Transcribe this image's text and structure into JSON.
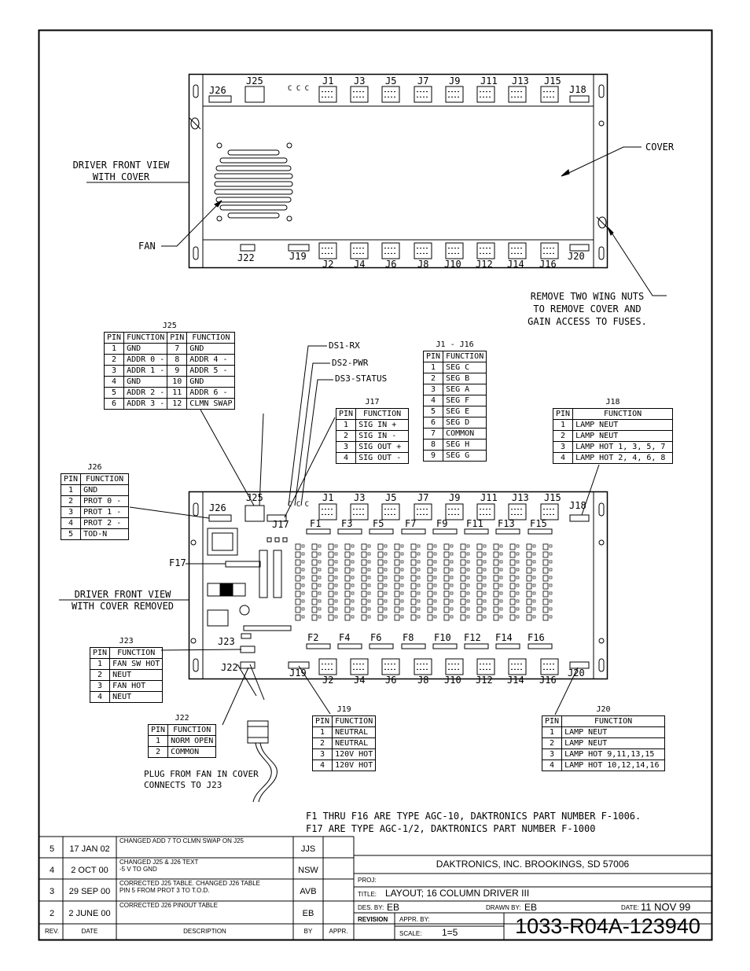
{
  "views": {
    "front_with_cover": "DRIVER FRONT VIEW\nWITH COVER",
    "front_cover_removed": "DRIVER FRONT VIEW\nWITH COVER REMOVED"
  },
  "callouts": {
    "cover": "COVER",
    "fan": "FAN",
    "wing_nuts": [
      "REMOVE TWO WING NUTS",
      "TO REMOVE COVER AND",
      "GAIN ACCESS TO FUSES."
    ],
    "plug": [
      "PLUG FROM FAN IN COVER",
      "CONNECTS TO J23"
    ],
    "ds1": "DS1-RX",
    "ds2": "DS2-PWR",
    "ds3": "DS3-STATUS",
    "f17": "F17",
    "ccc": "C C C"
  },
  "connectors": {
    "top_odd": [
      "J1",
      "J3",
      "J5",
      "J7",
      "J9",
      "J11",
      "J13",
      "J15"
    ],
    "bottom_even": [
      "J2",
      "J4",
      "J6",
      "J8",
      "J10",
      "J12",
      "J14",
      "J16"
    ],
    "fuses_top": [
      "F1",
      "F3",
      "F5",
      "F7",
      "F9",
      "F11",
      "F13",
      "F15"
    ],
    "fuses_bottom": [
      "F2",
      "F4",
      "F6",
      "F8",
      "F10",
      "F12",
      "F14",
      "F16"
    ],
    "j26": "J26",
    "j25": "J25",
    "j18": "J18",
    "j22": "J22",
    "j19": "J19",
    "j20": "J20",
    "j23": "J23",
    "j17": "J17"
  },
  "pin_tables": {
    "j25": {
      "title": "J25",
      "headers": [
        "PIN",
        "FUNCTION",
        "PIN",
        "FUNCTION"
      ],
      "rows": [
        [
          "1",
          "GND",
          "7",
          "GND"
        ],
        [
          "2",
          "ADDR 0 -",
          "8",
          "ADDR 4 -"
        ],
        [
          "3",
          "ADDR 1 -",
          "9",
          "ADDR 5 -"
        ],
        [
          "4",
          "GND",
          "10",
          "GND"
        ],
        [
          "5",
          "ADDR 2 -",
          "11",
          "ADDR 6 -"
        ],
        [
          "6",
          "ADDR 3 -",
          "12",
          "CLMN SWAP"
        ]
      ]
    },
    "j1_j16": {
      "title": "J1 - J16",
      "headers": [
        "PIN",
        "FUNCTION"
      ],
      "rows": [
        [
          "1",
          "SEG C"
        ],
        [
          "2",
          "SEG B"
        ],
        [
          "3",
          "SEG A"
        ],
        [
          "4",
          "SEG F"
        ],
        [
          "5",
          "SEG E"
        ],
        [
          "6",
          "SEG D"
        ],
        [
          "7",
          "COMMON"
        ],
        [
          "8",
          "SEG H"
        ],
        [
          "9",
          "SEG G"
        ]
      ]
    },
    "j17": {
      "title": "J17",
      "headers": [
        "PIN",
        "FUNCTION"
      ],
      "rows": [
        [
          "1",
          "SIG IN +"
        ],
        [
          "2",
          "SIG IN -"
        ],
        [
          "3",
          "SIG OUT +"
        ],
        [
          "4",
          "SIG OUT -"
        ]
      ]
    },
    "j18": {
      "title": "J18",
      "headers": [
        "PIN",
        "FUNCTION"
      ],
      "rows": [
        [
          "1",
          "LAMP NEUT"
        ],
        [
          "2",
          "LAMP NEUT"
        ],
        [
          "3",
          "LAMP HOT 1, 3, 5, 7"
        ],
        [
          "4",
          "LAMP HOT 2, 4, 6, 8"
        ]
      ]
    },
    "j26": {
      "title": "J26",
      "headers": [
        "PIN",
        "FUNCTION"
      ],
      "rows": [
        [
          "1",
          "GND"
        ],
        [
          "2",
          "PROT 0 -"
        ],
        [
          "3",
          "PROT 1 -"
        ],
        [
          "4",
          "PROT 2 -"
        ],
        [
          "5",
          "TOD-N"
        ]
      ]
    },
    "j23": {
      "title": "J23",
      "headers": [
        "PIN",
        "FUNCTION"
      ],
      "rows": [
        [
          "1",
          "FAN SW HOT"
        ],
        [
          "2",
          "NEUT"
        ],
        [
          "3",
          "FAN HOT"
        ],
        [
          "4",
          "NEUT"
        ]
      ]
    },
    "j22": {
      "title": "J22",
      "headers": [
        "PIN",
        "FUNCTION"
      ],
      "rows": [
        [
          "1",
          "NORM OPEN"
        ],
        [
          "2",
          "COMMON"
        ]
      ]
    },
    "j19": {
      "title": "J19",
      "headers": [
        "PIN",
        "FUNCTION"
      ],
      "rows": [
        [
          "1",
          "NEUTRAL"
        ],
        [
          "2",
          "NEUTRAL"
        ],
        [
          "3",
          "120V HOT"
        ],
        [
          "4",
          "120V HOT"
        ]
      ]
    },
    "j20": {
      "title": "J20",
      "headers": [
        "PIN",
        "FUNCTION"
      ],
      "rows": [
        [
          "1",
          "LAMP NEUT"
        ],
        [
          "2",
          "LAMP NEUT"
        ],
        [
          "3",
          "LAMP HOT 9,11,13,15"
        ],
        [
          "4",
          "LAMP HOT 10,12,14,16"
        ]
      ]
    }
  },
  "notes": [
    "F1 THRU F16 ARE TYPE AGC-10, DAKTRONICS PART NUMBER F-1006.",
    "F17 ARE TYPE AGC-1/2, DAKTRONICS PART NUMBER F-1000"
  ],
  "revisions": {
    "headers": [
      "REV.",
      "DATE",
      "DESCRIPTION",
      "BY",
      "APPR."
    ],
    "rows": [
      [
        "5",
        "17 JAN 02",
        "CHANGED ADD 7 TO CLMN SWAP ON J25",
        "JJS",
        ""
      ],
      [
        "4",
        "2 OCT 00",
        "CHANGED J25 & J26 TEXT\n-5 V TO GND",
        "NSW",
        ""
      ],
      [
        "3",
        "29 SEP 00",
        "CORRECTED J25 TABLE. CHANGED J26 TABLE\nPIN 5 FROM PROT 3 TO T.O.D.",
        "AVB",
        ""
      ],
      [
        "2",
        "2 JUNE 00",
        "CORRECTED J26 PINOUT TABLE",
        "EB",
        ""
      ]
    ]
  },
  "title_block": {
    "company": "DAKTRONICS, INC.   BROOKINGS, SD 57006",
    "proj_label": "PROJ:",
    "proj": "",
    "title_label": "TITLE:",
    "title": "LAYOUT; 16 COLUMN DRIVER III",
    "des_label": "DES. BY:",
    "des": "EB",
    "drawn_label": "DRAWN BY:",
    "drawn": "EB",
    "date_label": "DATE:",
    "date": "11 NOV 99",
    "revision_label": "REVISION",
    "appr_label": "APPR. BY:",
    "appr": "",
    "scale_label": "SCALE:",
    "scale": "1=5",
    "drawing_number": "1033-R04A-123940"
  }
}
